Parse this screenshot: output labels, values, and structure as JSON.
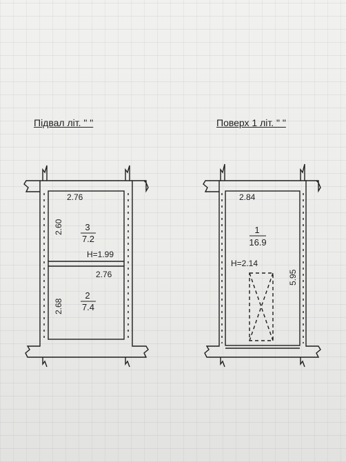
{
  "basement": {
    "title": "Підвал  літ. \"    \"",
    "room_top": {
      "width": "2.76",
      "height": "2.60",
      "number": "3",
      "area": "7.2"
    },
    "ceiling_height": "H=1.99",
    "room_bottom": {
      "width": "2.76",
      "height": "2.68",
      "number": "2",
      "area": "7.4"
    }
  },
  "floor1": {
    "title": "Поверх 1  літ. \"    \"",
    "room": {
      "width": "2.84",
      "height": "5.95",
      "number": "1",
      "area": "16.9"
    },
    "ceiling_height": "H=2.14"
  },
  "colors": {
    "ink": "#1e1e1e",
    "paper": "#eeeeec"
  }
}
